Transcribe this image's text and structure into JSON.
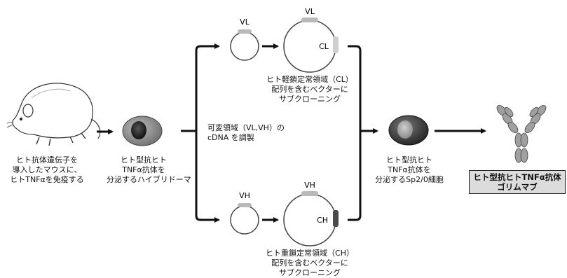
{
  "mouse": {
    "caption": [
      "ヒト抗体遺伝子を",
      "導入したマウスに、",
      "ヒトTNFαを免疫する"
    ]
  },
  "hybridoma": {
    "caption": [
      "ヒト型抗ヒト",
      "TNFα抗体を",
      "分泌するハイブリドーマ"
    ]
  },
  "cdna": {
    "caption": [
      "可変領域（VL,VH）の",
      "cDNA を調製"
    ]
  },
  "light_chain": {
    "vector_label": "VL",
    "insert_label": "VL",
    "constant_label": "CL",
    "caption": [
      "ヒト軽鎖定常領域（CL）",
      "配列を含むベクターに",
      "サブクローニング"
    ]
  },
  "heavy_chain": {
    "vector_label": "VH",
    "insert_label": "VH",
    "constant_label": "CH",
    "caption": [
      "ヒト重鎖定常領域（CH）",
      "配列を含むベクターに",
      "サブクローニング"
    ]
  },
  "sp2_cell": {
    "caption": [
      "ヒト型抗ヒト",
      "TNFα抗体を",
      "分泌するSp2/0細胞"
    ]
  },
  "product": {
    "caption": [
      "ヒト型抗ヒトTNFα抗体",
      "ゴリムマブ"
    ]
  },
  "colors": {
    "line": "#111111",
    "cell_outer": "#8a8a8a",
    "cell_nucleus": "#2a2a2a",
    "sp2_outer": "#3a3a3a",
    "antibody": "#9a9a9a",
    "box_fill": "#dcdcdc",
    "vl_segment": "#b9b9b9",
    "cl_segment": "#cfcfcf",
    "ch_segment": "#4a4a4a"
  }
}
